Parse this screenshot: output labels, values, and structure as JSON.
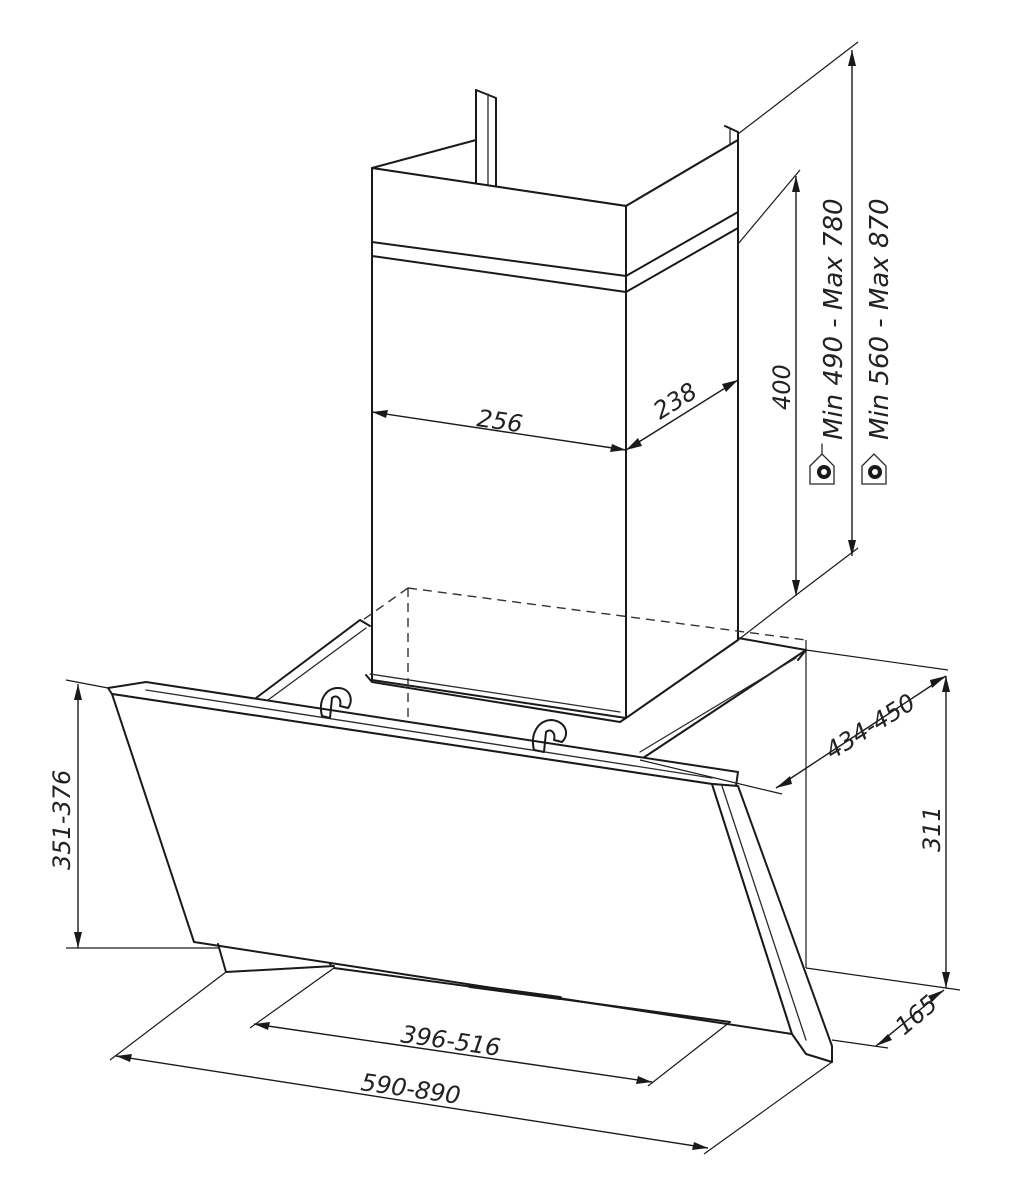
{
  "drawing": {
    "subject": "wall-mounted angled cooker hood with telescopic chimney"
  },
  "dimensions": {
    "chimney_width": "256",
    "chimney_depth": "238",
    "chimney_section_height": "400",
    "chimney_range_extraction": "Min 490 - Max 780",
    "chimney_range_recirculation": "Min 560 - Max 870",
    "hood_side_height": "351-376",
    "hood_depth": "434-450",
    "hood_height": "311",
    "hood_bottom_depth": "165",
    "mounting_span": "396-516",
    "overall_width": "590-890"
  },
  "icons": {
    "extraction_mode": "house-extraction-icon",
    "recirculation_mode": "house-recirculation-icon"
  },
  "colors": {
    "line": "#1a1a1a",
    "background": "#ffffff"
  }
}
